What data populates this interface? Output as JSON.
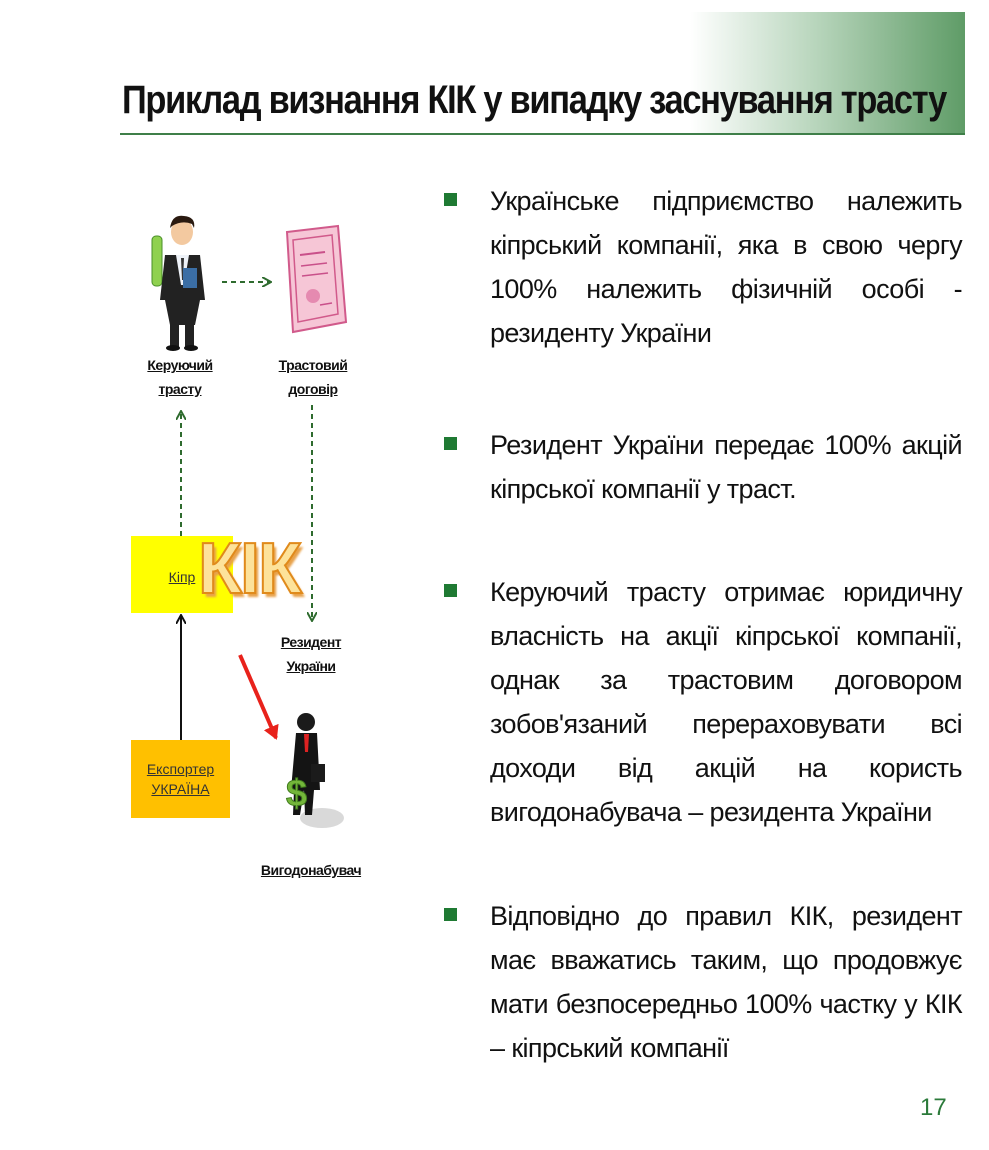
{
  "title": "Приклад визнання КІК у випадку заснування трасту",
  "diagram": {
    "trustee_label_1": "Керуючий",
    "trustee_label_2": "трасту",
    "trust_deed_label_1": "Трастовий",
    "trust_deed_label_2": "договір",
    "cyprus_label": "Кіпр",
    "kik_label": "КІК",
    "resident_label_1": "Резидент",
    "resident_label_2": "України",
    "exporter_label_1": "Експортер",
    "exporter_label_2": "УКРАЇНА",
    "beneficiary_label": "Вигодонабувач"
  },
  "bullets": [
    "Українське підприємство належить кіпрський компанії, яка в свою чергу 100% належить фізичній особі - резиденту України",
    "Резидент України передає 100% акцій кіпрської компанії у траст.",
    "Керуючий трасту отримає юридичну власність на акції кіпрської компанії, однак за трастовим договором зобов'язаний перераховувати всі доходи від акцій на користь вигодонабувача – резидента України",
    "Відповідно до правил КІК, резидент має вважатись таким, що продовжує мати безпосередньо 100% частку у КІК – кіпрський компанії"
  ],
  "page_number": "17",
  "colors": {
    "accent_green": "#1f7a33",
    "yellow_box": "#ffff00",
    "orange_box": "#ffc000",
    "arrow_red": "#e8221b"
  },
  "icons": [
    "trustee-person-icon",
    "certificate-icon",
    "businessman-dollar-icon"
  ]
}
